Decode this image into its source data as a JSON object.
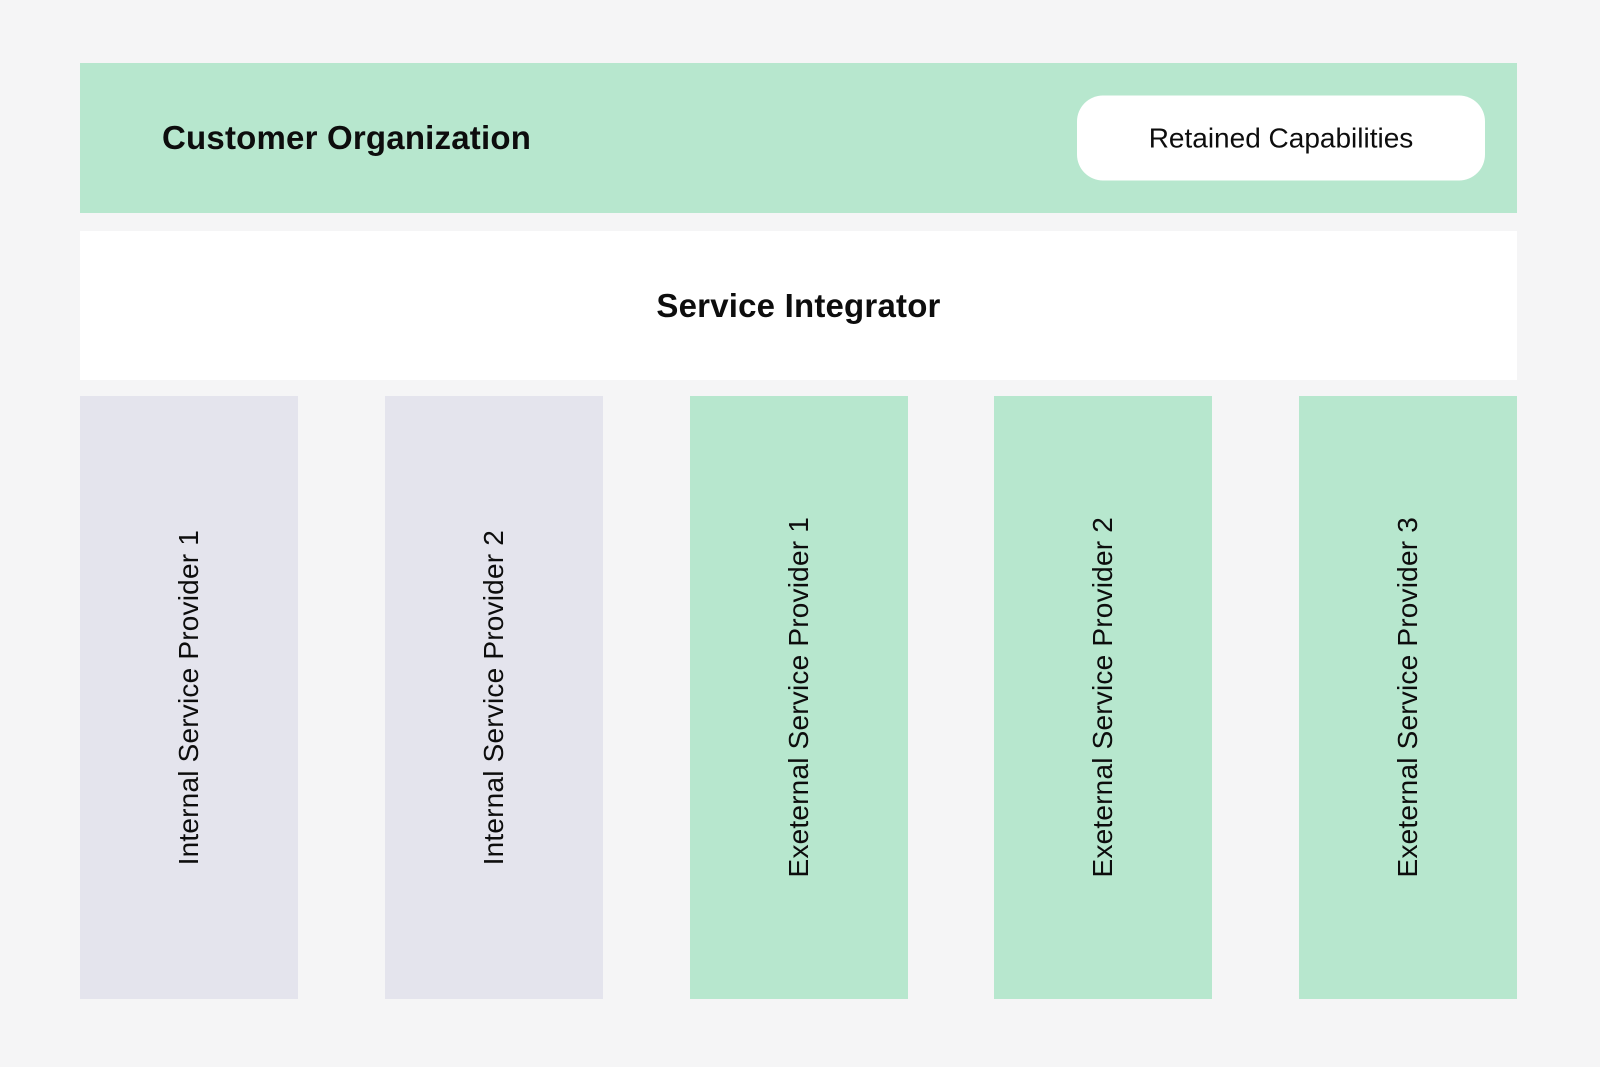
{
  "colors": {
    "background": "#f5f5f6",
    "green": "#b7e7ce",
    "lavender": "#e4e4ed",
    "white": "#ffffff",
    "text": "#0d0d0d"
  },
  "customer_organization": {
    "label": "Customer Organization",
    "retained_capabilities_label": "Retained Capabilities"
  },
  "service_integrator": {
    "label": "Service Integrator"
  },
  "providers": [
    {
      "label": "Internal Service Provider 1",
      "type": "internal"
    },
    {
      "label": "Internal Service Provider 2",
      "type": "internal"
    },
    {
      "label": "Exeternal Service Provider 1",
      "type": "external"
    },
    {
      "label": "Exeternal Service Provider 2",
      "type": "external"
    },
    {
      "label": "Exeternal Service Provider 3",
      "type": "external"
    }
  ]
}
